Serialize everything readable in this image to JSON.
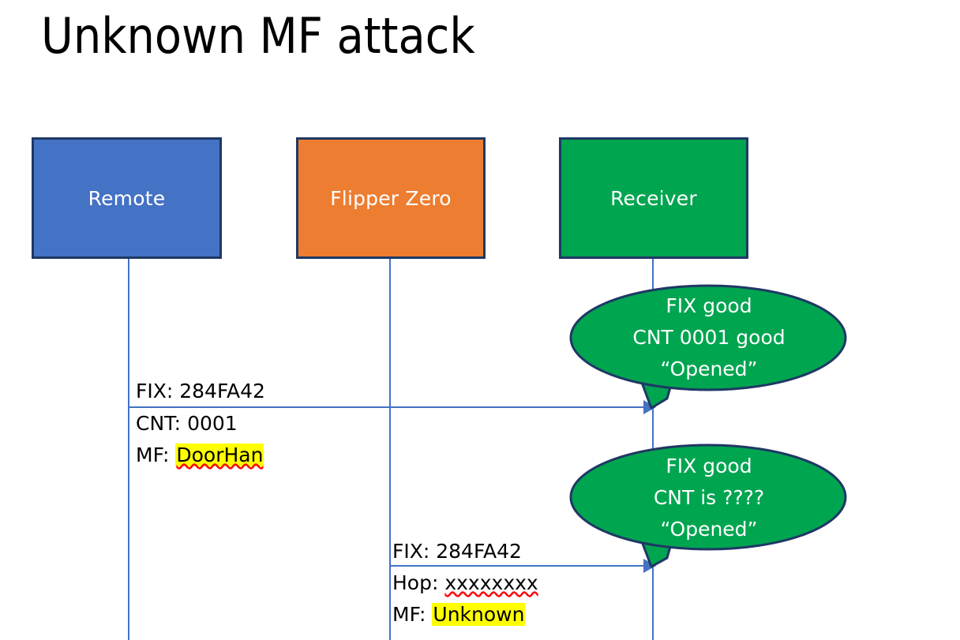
{
  "slide": {
    "title": "Unknown MF attack",
    "background": "#ffffff"
  },
  "colors": {
    "remote_fill": "#4472C4",
    "flipper_fill": "#ED7D31",
    "receiver_fill": "#00A550",
    "box_border": "#1F3864",
    "lifeline": "#4472C4",
    "arrow": "#4472C4",
    "highlight": "#FFFF00",
    "spellcheck_underline": "#FF0000",
    "text_dark": "#000000",
    "text_light": "#FFFFFF"
  },
  "actors": [
    {
      "id": "remote",
      "label": "Remote"
    },
    {
      "id": "flipper",
      "label": "Flipper Zero"
    },
    {
      "id": "receiver",
      "label": "Receiver"
    }
  ],
  "messages": [
    {
      "id": "msg-1",
      "from": "remote",
      "to": "receiver",
      "lines": [
        {
          "label": "FIX: ",
          "value": "284FA42",
          "highlight": false,
          "spellcheck_error": false
        },
        {
          "label": "CNT: ",
          "value": "0001",
          "highlight": false,
          "spellcheck_error": false
        },
        {
          "label": "MF: ",
          "value": "DoorHan",
          "highlight": true,
          "spellcheck_error": true
        }
      ]
    },
    {
      "id": "msg-2",
      "from": "flipper",
      "to": "receiver",
      "lines": [
        {
          "label": "FIX: ",
          "value": "284FA42",
          "highlight": false,
          "spellcheck_error": false
        },
        {
          "label": "Hop: ",
          "value": "xxxxxxxx",
          "highlight": false,
          "spellcheck_error": true
        },
        {
          "label": "MF: ",
          "value": "Unknown",
          "highlight": true,
          "spellcheck_error": false
        }
      ]
    }
  ],
  "callouts": [
    {
      "id": "callout-1",
      "attached_to": "msg-1",
      "lines": [
        "FIX good",
        "CNT 0001 good",
        "“Opened”"
      ],
      "text": "FIX good\nCNT 0001 good\n“Opened”"
    },
    {
      "id": "callout-2",
      "attached_to": "msg-2",
      "lines": [
        "FIX good",
        "CNT is ????",
        "“Opened”"
      ],
      "text": "FIX good\nCNT is ????\n“Opened”"
    }
  ]
}
